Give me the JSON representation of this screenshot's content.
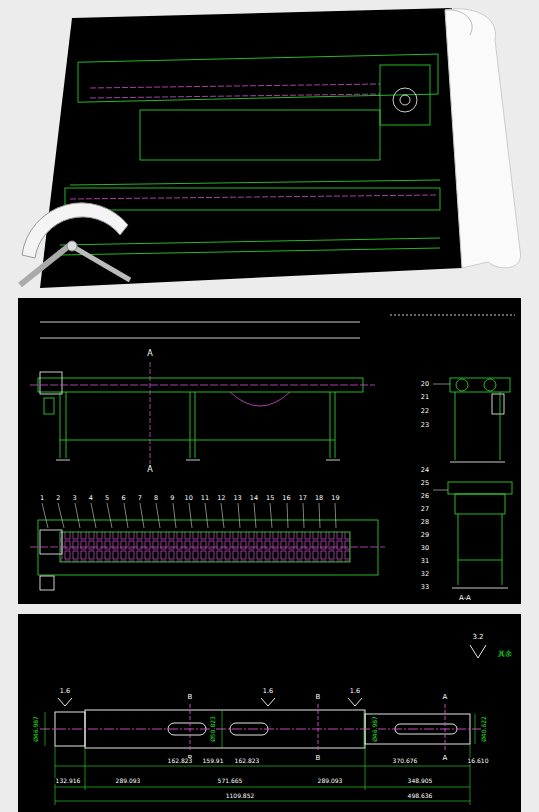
{
  "diagram": {
    "labels": [
      "A",
      "A",
      "1",
      "2",
      "3",
      "4",
      "5",
      "6",
      "7",
      "8",
      "9",
      "10",
      "11",
      "12",
      "13",
      "14",
      "15",
      "16",
      "17",
      "18",
      "19",
      "20",
      "21",
      "22",
      "23",
      "24",
      "25",
      "26",
      "27",
      "28",
      "29",
      "30",
      "31",
      "32",
      "33",
      "A-A",
      "3.2",
      "其余",
      "1.6",
      "B",
      "1.6",
      "B",
      "1.6",
      "A",
      "B",
      "B",
      "A",
      "132.916",
      "289.093",
      "162.823",
      "159.91",
      "162.823",
      "571.665",
      "289.093",
      "370.676",
      "16.610",
      "348.905",
      "1109.852",
      "498.636",
      "Ø46.987",
      "Ø50.823",
      "Ø46.987",
      "Ø40.622"
    ]
  }
}
